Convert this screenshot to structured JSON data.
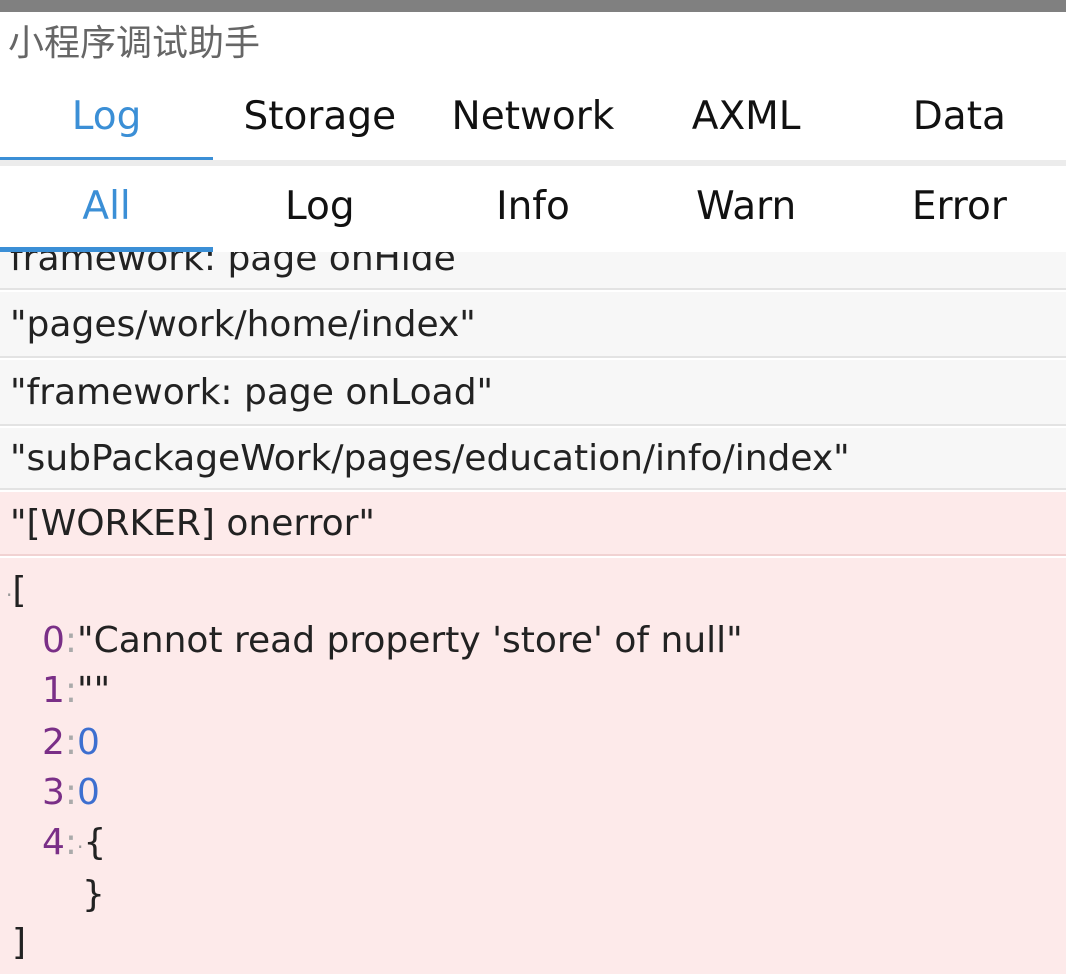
{
  "app": {
    "title": "小程序调试助手"
  },
  "main_tabs": [
    {
      "label": "Log",
      "active": true
    },
    {
      "label": "Storage",
      "active": false
    },
    {
      "label": "Network",
      "active": false
    },
    {
      "label": "AXML",
      "active": false
    },
    {
      "label": "Data",
      "active": false
    }
  ],
  "sub_tabs": [
    {
      "label": "All",
      "active": true
    },
    {
      "label": "Log",
      "active": false
    },
    {
      "label": "Info",
      "active": false
    },
    {
      "label": "Warn",
      "active": false
    },
    {
      "label": "Error",
      "active": false
    }
  ],
  "logs": [
    {
      "text": "framework: page onHide"
    },
    {
      "text": "\"pages/work/home/index\""
    },
    {
      "text": "\"framework: page onLoad\""
    },
    {
      "text": "\"subPackageWork/pages/education/info/index\""
    },
    {
      "text": "\"[WORKER] onerror\""
    }
  ],
  "error_detail": {
    "open_bracket": "[",
    "close_bracket": "]",
    "items": [
      {
        "key": "0",
        "value": "\"Cannot read property 'store' of null\"",
        "kind": "string"
      },
      {
        "key": "1",
        "value": "\"\"",
        "kind": "string"
      },
      {
        "key": "2",
        "value": "0",
        "kind": "number"
      },
      {
        "key": "3",
        "value": "0",
        "kind": "number"
      },
      {
        "key": "4",
        "value": "{",
        "kind": "object"
      }
    ],
    "object_close": "}"
  },
  "colors": {
    "accent": "#3b8fd6",
    "error_bg": "#fdeaea",
    "key_color": "#7a2f87",
    "number_color": "#3d6fd0"
  }
}
